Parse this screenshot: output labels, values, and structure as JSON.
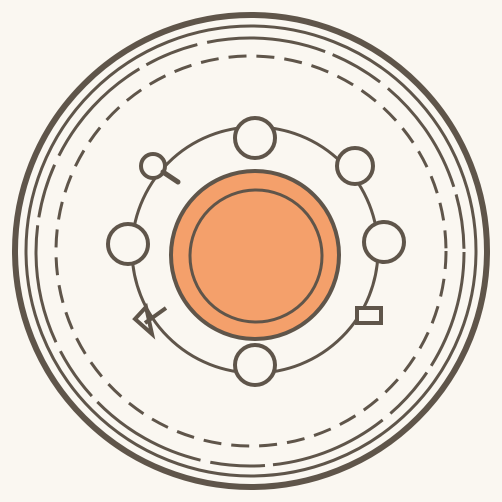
{
  "colors": {
    "background": "#faf7f1",
    "stroke": "#5f554a",
    "core_fill": "#f4a06b",
    "core_ring": "#d2865a"
  },
  "emblem": {
    "center_core": "orange-core",
    "orbit_nodes": [
      {
        "name": "orbit-node-top",
        "icon": "circle-icon"
      },
      {
        "name": "orbit-node-top-right",
        "icon": "circle-icon"
      },
      {
        "name": "orbit-node-right",
        "icon": "circle-icon"
      },
      {
        "name": "orbit-node-bottom-right",
        "icon": "rectangle-icon"
      },
      {
        "name": "orbit-node-bottom",
        "icon": "circle-icon"
      },
      {
        "name": "orbit-node-bottom-left",
        "icon": "triangle-flag-icon"
      },
      {
        "name": "orbit-node-left",
        "icon": "circle-icon"
      },
      {
        "name": "orbit-node-top-left",
        "icon": "magnifier-icon"
      }
    ]
  }
}
